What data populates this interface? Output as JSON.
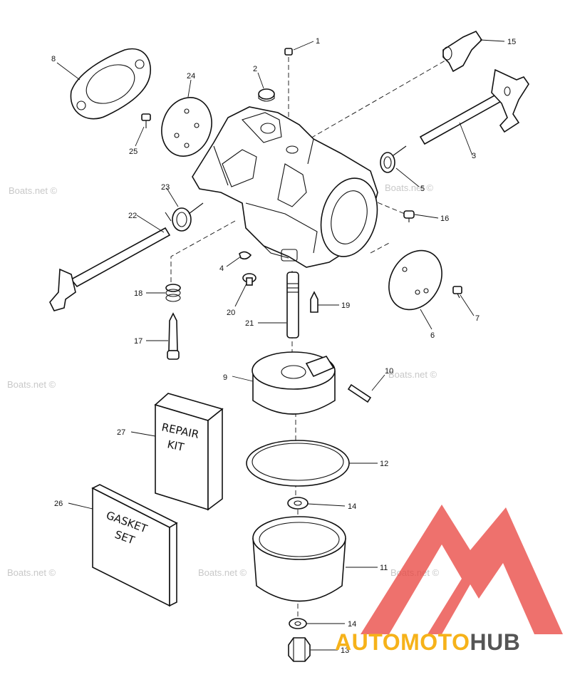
{
  "watermark": "Boats.net ©",
  "callouts": {
    "c1": "1",
    "c2": "2",
    "c3": "3",
    "c4": "4",
    "c5": "5",
    "c6": "6",
    "c7": "7",
    "c8": "8",
    "c9": "9",
    "c10": "10",
    "c11": "11",
    "c12": "12",
    "c13": "13",
    "c14a": "14",
    "c14b": "14",
    "c15": "15",
    "c16": "16",
    "c17": "17",
    "c18": "18",
    "c19": "19",
    "c20": "20",
    "c21": "21",
    "c22": "22",
    "c23": "23",
    "c24": "24",
    "c25": "25",
    "c26": "26",
    "c27": "27"
  },
  "repair_kit": {
    "line1": "REPAIR",
    "line2": "KIT"
  },
  "gasket_set": {
    "line1": "GASKET",
    "line2": "SET"
  },
  "brand": {
    "part1": "AUTOMOTO",
    "part2": "HUB"
  },
  "colors": {
    "logo_red": "#e8413c",
    "logo_pink": "#f5a0a0",
    "logo_orange": "#f6b21a",
    "logo_gray": "#555555"
  }
}
